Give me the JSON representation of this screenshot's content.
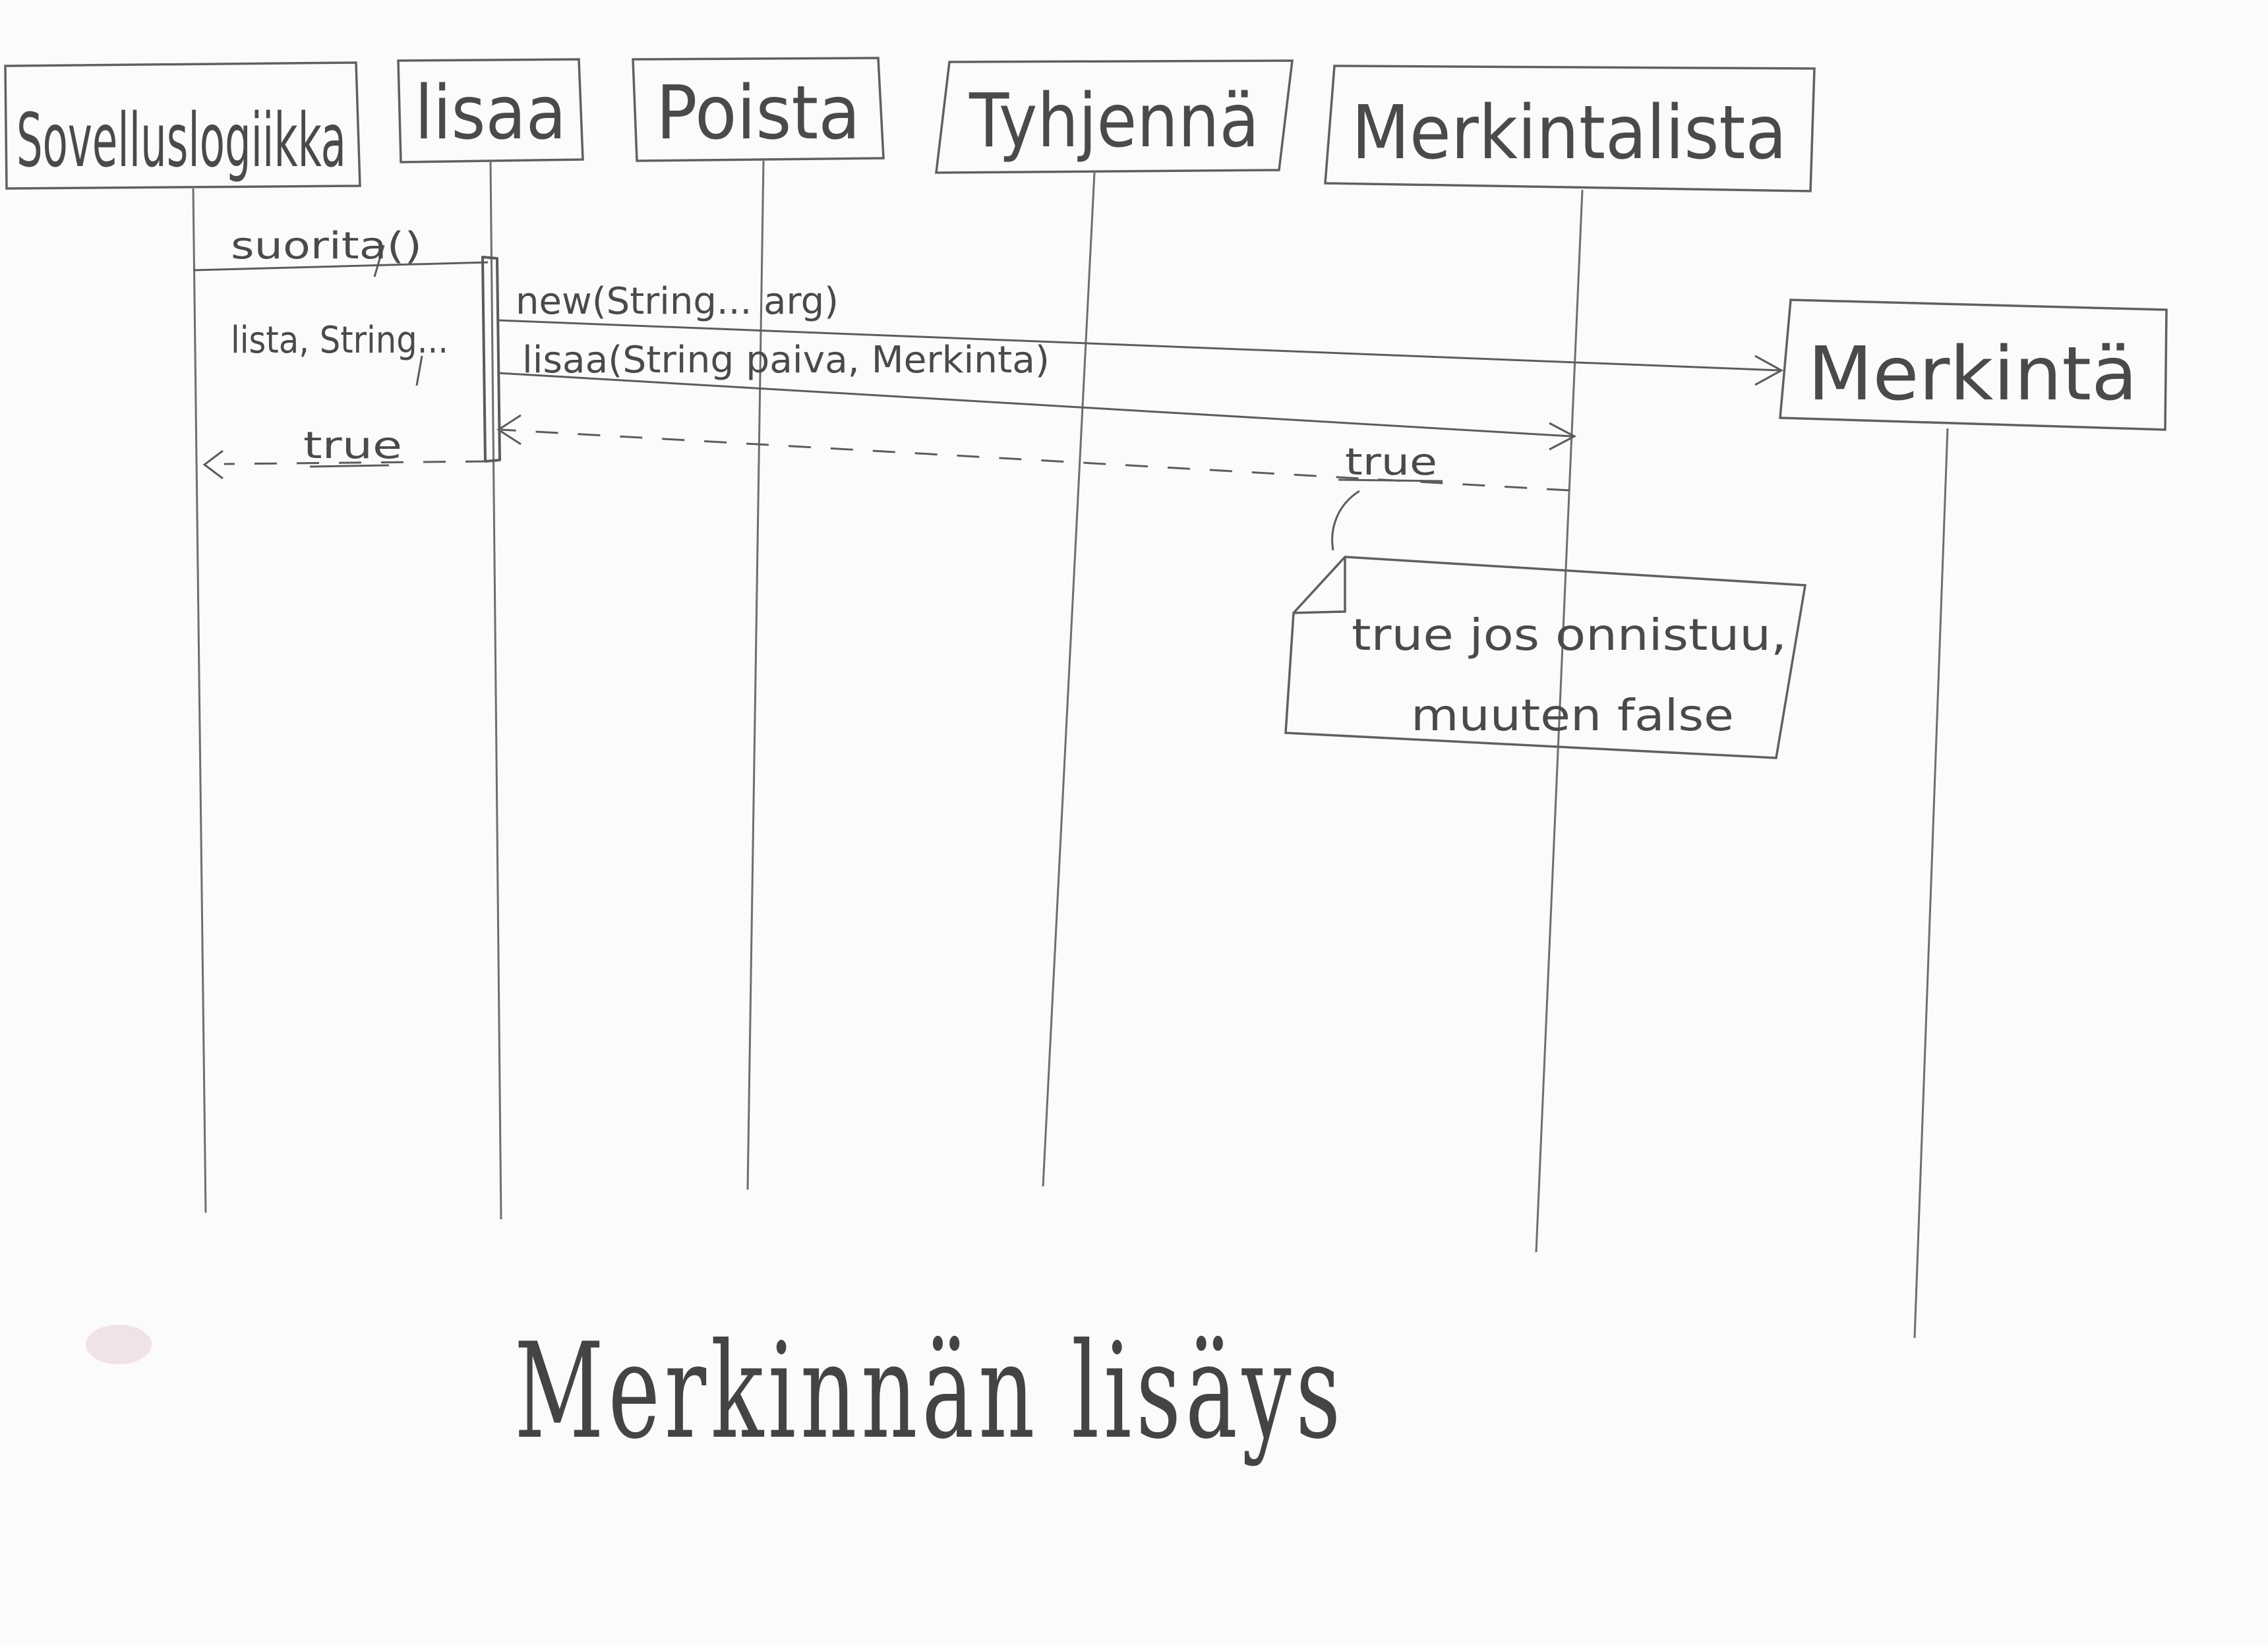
{
  "objects": [
    {
      "id": "sovelluslogiikka",
      "label": "Sovelluslogiikka"
    },
    {
      "id": "lisaa",
      "label": "lisaa"
    },
    {
      "id": "poista",
      "label": "Poista"
    },
    {
      "id": "tyhjenna",
      "label": "Tyhjennä"
    },
    {
      "id": "merkintalista",
      "label": "Merkintalista"
    },
    {
      "id": "merkinta",
      "label": "Merkintä"
    }
  ],
  "messages": [
    {
      "id": "m1",
      "label": "suorita()",
      "from": "sovelluslogiikka",
      "to": "lisaa",
      "kind": "call"
    },
    {
      "id": "m2",
      "label": "lista, String...",
      "kind": "parameters"
    },
    {
      "id": "m3",
      "label": "new(String... arg)",
      "from": "lisaa",
      "to": "merkinta",
      "kind": "create"
    },
    {
      "id": "m4",
      "label": "lisaa(String paiva, Merkinta)",
      "from": "lisaa",
      "to": "merkintalista",
      "kind": "call"
    },
    {
      "id": "m5",
      "label": "true",
      "from": "merkintalista",
      "to": "lisaa",
      "kind": "return"
    },
    {
      "id": "m6",
      "label": "true",
      "from": "lisaa",
      "to": "sovelluslogiikka",
      "kind": "return"
    }
  ],
  "note": {
    "line1": "true jos onnistuu,",
    "line2": "muuten false"
  },
  "caption": "Merkinnän lisäys"
}
